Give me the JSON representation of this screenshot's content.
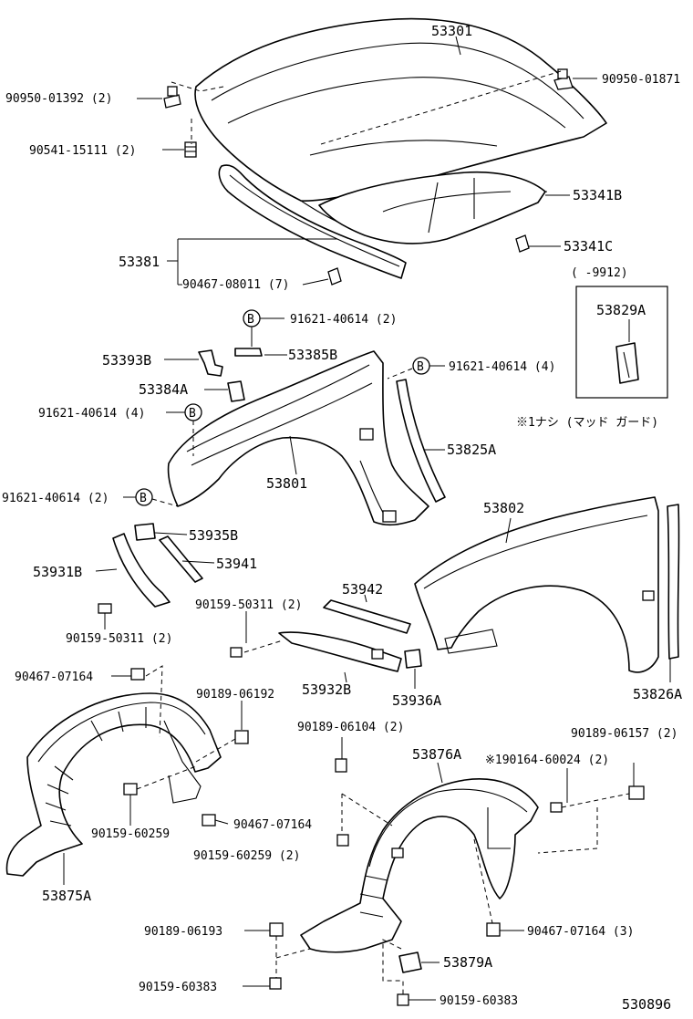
{
  "labels": {
    "hood": "53301",
    "hood_bumper_left": "90950-01392 (2)",
    "hood_bumper_right": "90950-01871",
    "hood_cushion": "90541-15111 (2)",
    "hood_insulator": "53341B",
    "hood_insulator_clip": "53341C",
    "hood_seal": "53381",
    "hood_seal_clip": "90467-08011 (7)",
    "mudguard_note_range": "(      -9912)",
    "mudguard_part": "53829A",
    "mudguard_note": "※1ナシ (マッド  ガード)",
    "bolt_b_top": "91621-40614 (2)",
    "bracket_53393b": "53393B",
    "bracket_53385b": "53385B",
    "bolt_b_right": "91621-40614 (4)",
    "bracket_53384a": "53384A",
    "bolt_b_mid": "91621-40614 (4)",
    "fender_seal_right": "53825A",
    "fender_left": "53801",
    "bolt_b_bottom": "91621-40614 (2)",
    "fender_right": "53802",
    "bracket_53935b": "53935B",
    "stay_53941": "53941",
    "stay_53931b": "53931B",
    "screw_90159_50311_a": "90159-50311 (2)",
    "screw_90159_50311_b": "90159-50311 (2)",
    "cover_53942": "53942",
    "clip_90467_07164_a": "90467-07164",
    "nut_90189_06192": "90189-06192",
    "rail_53932b": "53932B",
    "bracket_53936a": "53936A",
    "fender_seal_53826a": "53826A",
    "nut_90189_06104": "90189-06104 (2)",
    "nut_90189_06157": "90189-06157 (2)",
    "liner_right": "53876A",
    "screw_190164": "※190164-60024 (2)",
    "screw_90159_60259_a": "90159-60259",
    "clip_90467_07164_b": "90467-07164",
    "screw_90159_60259_b": "90159-60259 (2)",
    "liner_left": "53875A",
    "nut_90189_06193": "90189-06193",
    "clip_90467_07164_c": "90467-07164 (3)",
    "bracket_53879a": "53879A",
    "screw_90159_60383_a": "90159-60383",
    "screw_90159_60383_b": "90159-60383",
    "diagram_number": "530896"
  },
  "markers": {
    "b": "B"
  }
}
